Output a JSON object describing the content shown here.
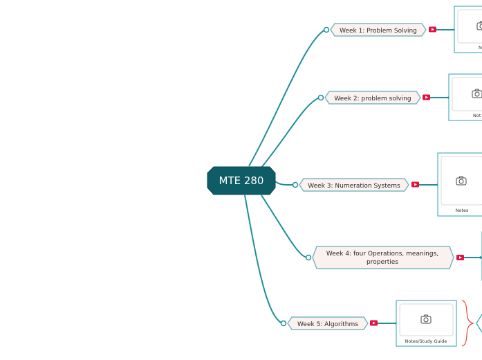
{
  "colors": {
    "connector": "#1f8f97",
    "root_fill": "#0e5c66",
    "topic_fill": "#fbf1ee",
    "topic_stroke": "#7ab8bf",
    "card_stroke": "#2aa0a8",
    "video_badge": "#e0143c",
    "brace": "#e84a3c"
  },
  "root": {
    "label": "MTE 280"
  },
  "topics": [
    {
      "label": "Week 1: Problem Solving",
      "card_caption": "N"
    },
    {
      "label": "Week 2: problem solving",
      "card_caption": "Not"
    },
    {
      "label": "Week 3: Numeration Systems",
      "card_caption": "Notes"
    },
    {
      "label_line1": "Week 4: four Operations, meanings,",
      "label_line2": "properties"
    },
    {
      "label": "Week 5: Algorithms",
      "card_caption": "Notes/Study Guide"
    }
  ],
  "icons": {
    "collapse": "collapse-circle-icon",
    "video": "video-play-icon",
    "card_image": "camera-icon"
  }
}
